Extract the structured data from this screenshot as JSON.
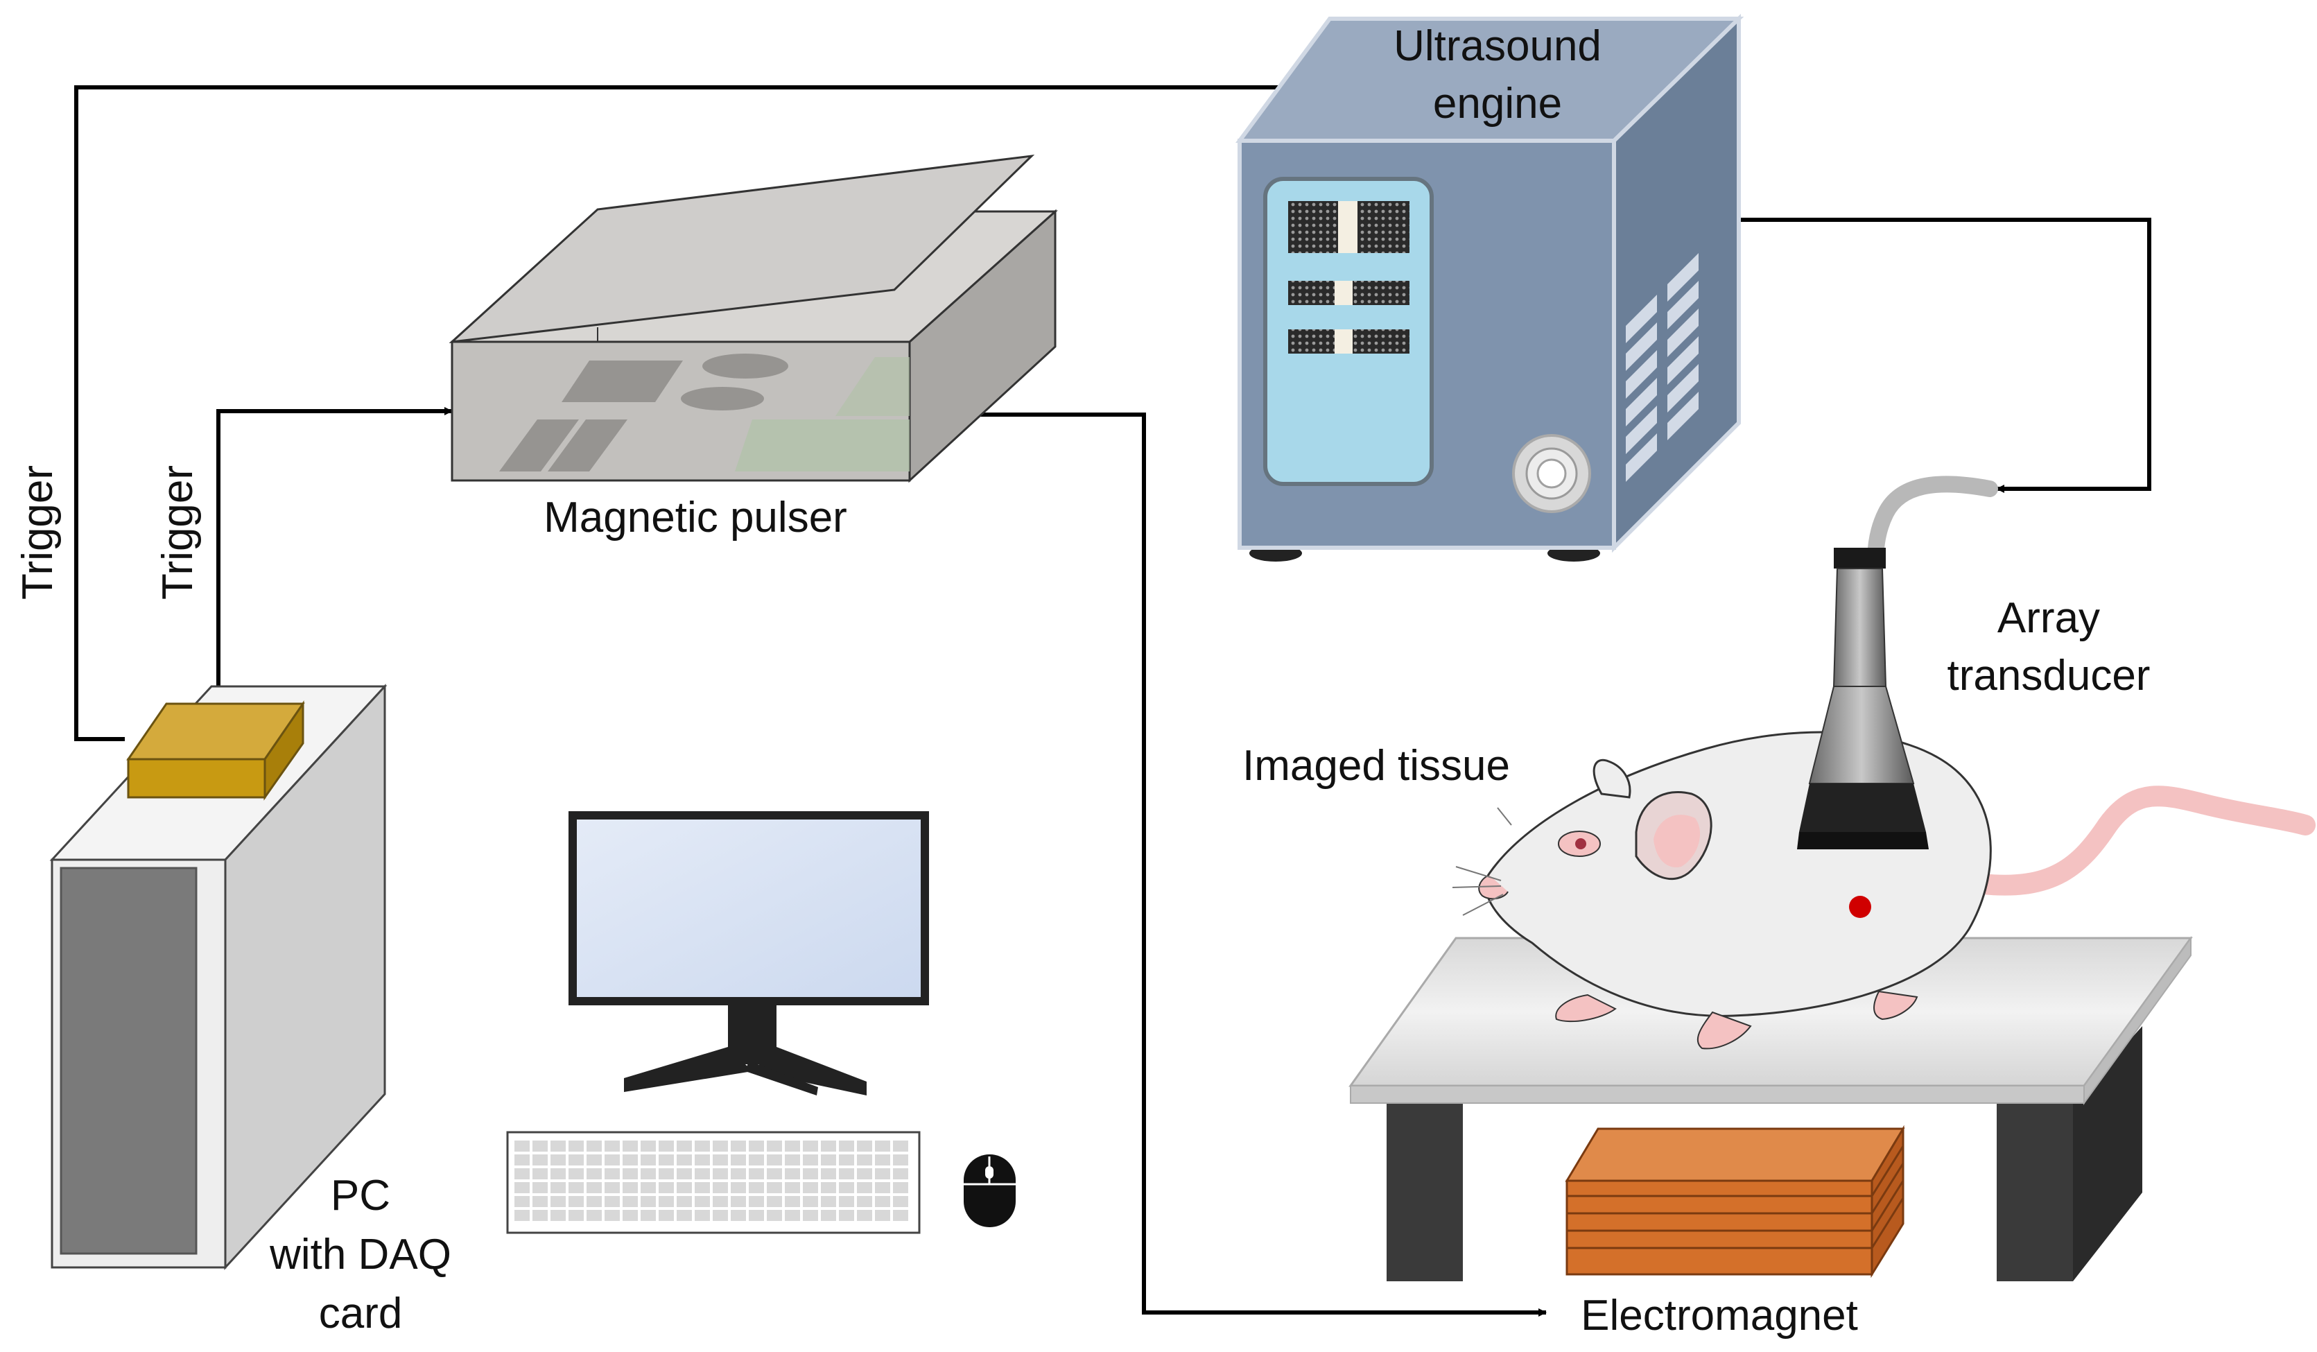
{
  "labels": {
    "ultrasound_engine": [
      "Ultrasound",
      "engine"
    ],
    "magnetic_pulser": "Magnetic pulser",
    "trigger_outer": "Trigger",
    "trigger_inner": "Trigger",
    "array_transducer": [
      "Array",
      "transducer"
    ],
    "imaged_tissue": "Imaged tissue",
    "pc": [
      "PC",
      "with DAQ",
      "card"
    ],
    "electromagnet": "Electromagnet"
  },
  "colors": {
    "line": "#000000",
    "pulser_body": "#c2c0bd",
    "pulser_lid": "#cfcdcb",
    "engine_body": "#7f93ad",
    "engine_side": "#6b7f98",
    "engine_top": "#9aaac0",
    "engine_panel": "#a8d8ea",
    "daq_card": "#c89a12",
    "pc_body": "#eeeeee",
    "pc_front": "#7a7a7a",
    "monitor_screen": "#dae3f3",
    "electromagnet": "#d4702a",
    "rat_body": "#eeeeee",
    "rat_pink": "#f4c2c2",
    "table_top": "#e2e2e2",
    "table_leg": "#404040",
    "probe": "#9a9a9a"
  }
}
